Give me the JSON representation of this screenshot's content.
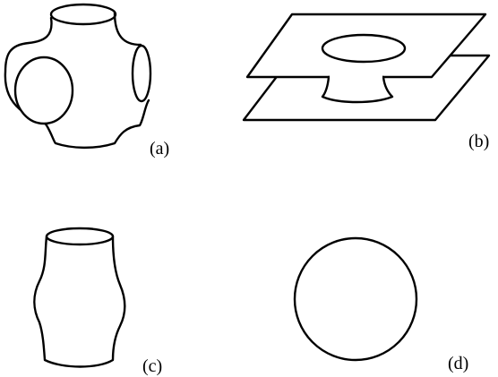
{
  "panels": [
    {
      "id": "a",
      "label": "(a)",
      "shape": "cube-like surface with four cylindrical openings"
    },
    {
      "id": "b",
      "label": "(b)",
      "shape": "two parallel planes joined by a catenoid-like neck"
    },
    {
      "id": "c",
      "label": "(c)",
      "shape": "open tube with bulging waist"
    },
    {
      "id": "d",
      "label": "(d)",
      "shape": "circle"
    }
  ]
}
